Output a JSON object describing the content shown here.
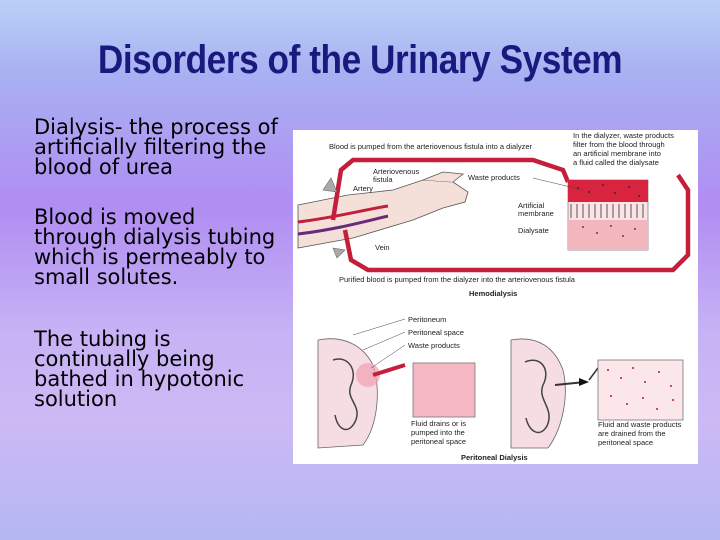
{
  "slide": {
    "title": "Disorders of the Urinary System",
    "bullets": [
      "Dialysis- the process of artificially filtering the blood of urea",
      "Blood is moved through dialysis tubing which is permeably to small solutes.",
      "The tubing is continually being bathed in hypotonic solution"
    ]
  },
  "figure": {
    "hemo": {
      "label_top": "Blood is pumped from the arteriovenous fistula into a dialyzer",
      "label_right_1": "In the dialyzer, waste products",
      "label_right_2": "filter from the blood through",
      "label_right_3": "an artificial membrane into",
      "label_right_4": "a fluid called the dialysate",
      "av_fistula_1": "Arteriovenous",
      "av_fistula_2": "fistula",
      "artery": "Artery",
      "vein": "Vein",
      "waste_products": "Waste products",
      "membrane_1": "Artificial",
      "membrane_2": "membrane",
      "dialysate": "Dialysate",
      "label_bottom": "Purified blood is pumped from the dialyzer into the arteriovenous fistula",
      "caption": "Hemodialysis"
    },
    "perit": {
      "peritoneum": "Peritoneum",
      "peritoneal_space": "Peritoneal space",
      "waste_products": "Waste products",
      "left_note_1": "Fluid drains or is",
      "left_note_2": "pumped into the",
      "left_note_3": "peritoneal space",
      "right_note_1": "Fluid and waste products",
      "right_note_2": "are drained from the",
      "right_note_3": "peritoneal space",
      "caption": "Peritoneal Dialysis"
    }
  }
}
